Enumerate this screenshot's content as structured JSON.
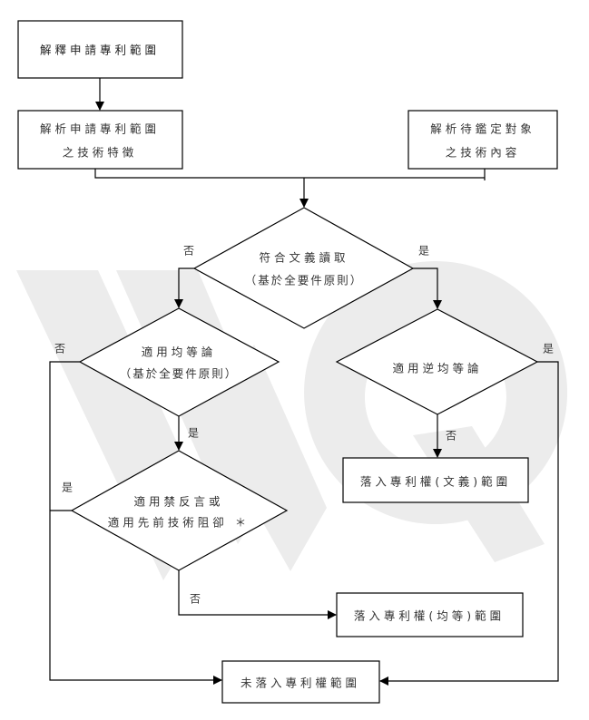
{
  "flowchart": {
    "nodes": {
      "interpret_claims": {
        "lines": [
          "解釋申請專利範圍"
        ]
      },
      "parse_claim_features": {
        "lines": [
          "解析申請專利範圍",
          "之技術特徵"
        ]
      },
      "parse_accused_content": {
        "lines": [
          "解析待鑑定對象",
          "之技術內容"
        ]
      },
      "literal_infringement": {
        "lines": [
          "符合文義讀取",
          "（基於全要件原則）"
        ]
      },
      "doctrine_of_equivalents": {
        "lines": [
          "適用均等論",
          "（基於全要件原則）"
        ]
      },
      "reverse_equivalents": {
        "lines": [
          "適用逆均等論"
        ]
      },
      "estoppel_or_prior_art": {
        "lines": [
          "適用禁反言或",
          "適用先前技術阻卻 ＊"
        ]
      },
      "within_scope_literal": {
        "lines": [
          "落入專利權(文義)範圍"
        ]
      },
      "within_scope_equivalent": {
        "lines": [
          "落入專利權(均等)範圍"
        ]
      },
      "outside_scope": {
        "lines": [
          "未落入專利權範圍"
        ]
      }
    },
    "edge_labels": {
      "literal_no": "否",
      "literal_yes": "是",
      "doe_no": "否",
      "doe_yes": "是",
      "reverse_yes": "是",
      "reverse_no": "否",
      "estoppel_yes": "是",
      "estoppel_no": "否"
    },
    "colors": {
      "line": "#000000",
      "text": "#333333",
      "watermark": "#ebebeb",
      "background": "#ffffff"
    }
  }
}
